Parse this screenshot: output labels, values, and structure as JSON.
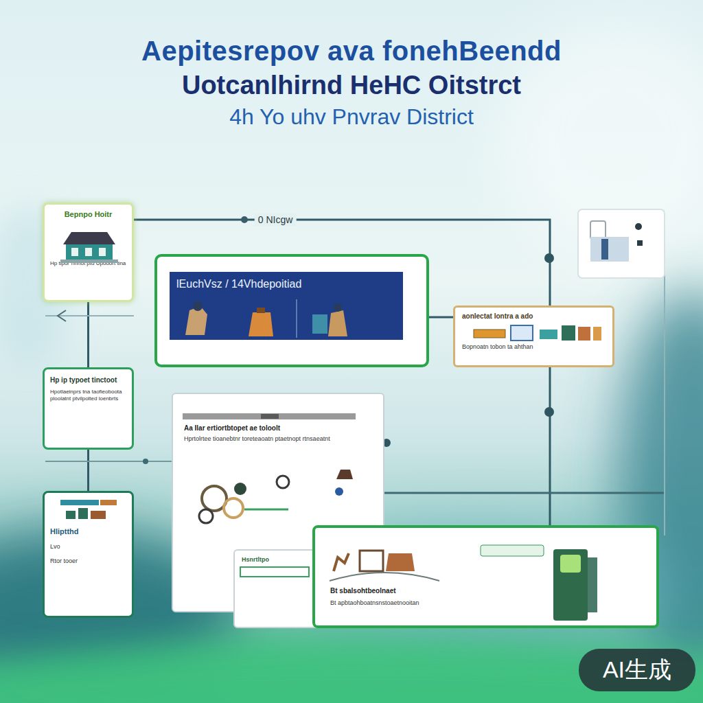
{
  "diagram": {
    "title": "Aepitesrepov ava fonehBeendd",
    "nodes": [
      {
        "text": [
          "Bepnpo Hoitr",
          "Hp tipol Tinnot ptd Upooort tina"
        ]
      },
      {
        "text": [
          "lEuchVsz / 14Vhdepoitiad"
        ]
      },
      {
        "text": [
          "aonlectat lontra a ado",
          "Bopnoatn tobon ta ahthan"
        ]
      },
      {
        "text": [
          "Hp ip typoet tinctoot",
          "Hpotlaeinprs tna taofieoboota ploolatnt ptvilpolted loenbrts"
        ]
      },
      {
        "text": [
          "Aa Ilar ertiortbtopet ae toloolt",
          "Hprtolrtee tioanebtnr toreteaoatn ptaetnopt rtnsaeatnt"
        ]
      },
      {
        "text": [
          "Hliptthd",
          "Lvo",
          "Rtor tooer"
        ]
      },
      {
        "text": [
          "Hsnrtltpo"
        ]
      },
      {
        "text": [
          "Bt sbalsohtbeolnaet",
          "Bt apbtaohboatnsnstoaetnooitan"
        ]
      }
    ],
    "edges": [
      {
        "from": 0,
        "to": 2,
        "label": "0 NIcgw",
        "arrow": "none"
      },
      {
        "from": 1,
        "to": 2,
        "arrow": "none"
      },
      {
        "from": 2,
        "to": 7,
        "arrow": "none"
      },
      {
        "from": 0,
        "to": 3,
        "arrow": "none"
      },
      {
        "from": 3,
        "to": 5,
        "arrow": "none"
      }
    ],
    "labels": [
      "Uotcanlhirnd HeHC Oitstrct",
      "4h Yo uhv Pnvrav District",
      "AI生成"
    ]
  }
}
